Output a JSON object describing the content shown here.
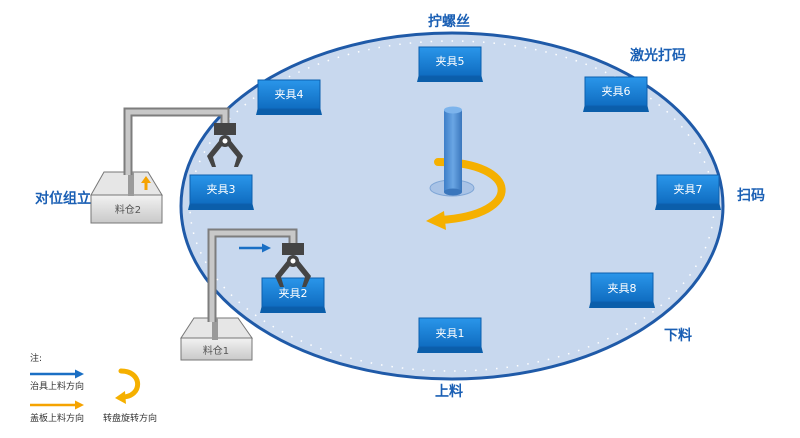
{
  "stations": {
    "top": "拧螺丝",
    "top_right": "激光打码",
    "right": "扫码",
    "bottom_right": "下料",
    "bottom": "上料",
    "left": "对位组立"
  },
  "fixtures": [
    "夹具1",
    "夹具2",
    "夹具3",
    "夹具4",
    "夹具5",
    "夹具6",
    "夹具7",
    "夹具8"
  ],
  "bins": [
    "料仓1",
    "料仓2"
  ],
  "legend": {
    "title": "注:",
    "fixture_feed": "治具上料方向",
    "cover_feed": "盖板上料方向",
    "turntable_rotation": "转盘旋转方向"
  },
  "colors": {
    "table_fill": "#c8d8ee",
    "table_edge": "#1f5aa8",
    "fixture_fill": "#1a7fd4",
    "blue_arrow": "#1a6fc4",
    "orange_arrow": "#f5a300",
    "station_text": "#1a5fb4",
    "gripper_dark": "#444444"
  }
}
